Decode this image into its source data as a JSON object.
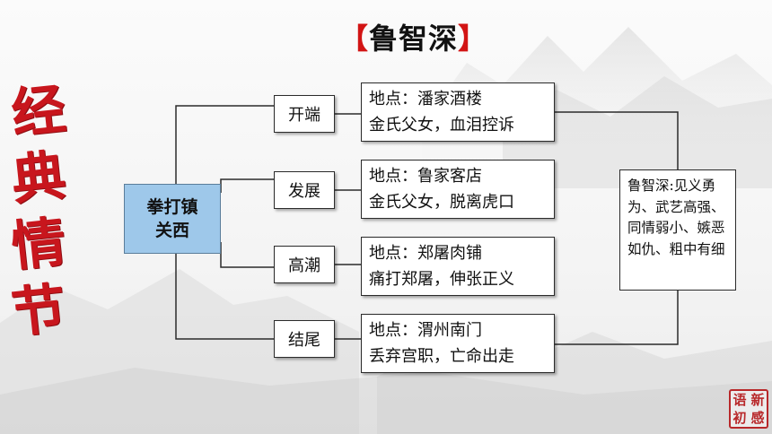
{
  "title": {
    "left": "【",
    "text": "鲁智深",
    "right": "】"
  },
  "vertical_title": [
    "经",
    "典",
    "情",
    "节"
  ],
  "root": {
    "line1": "拳打镇",
    "line2": "关西"
  },
  "stages": [
    {
      "label": "开端",
      "detail_line1": "地点：潘家酒楼",
      "detail_line2": "金氏父女，血泪控诉"
    },
    {
      "label": "发展",
      "detail_line1": "地点：鲁家客店",
      "detail_line2": "金氏父女，脱离虎口"
    },
    {
      "label": "高潮",
      "detail_line1": "地点：郑屠肉铺",
      "detail_line2": "痛打郑屠，伸张正义"
    },
    {
      "label": "结尾",
      "detail_line1": "地点：渭州南门",
      "detail_line2": "丢弃宫职，亡命出走"
    }
  ],
  "summary": "鲁智深:见义勇为、武艺高强、同情弱小、嫉恶如仇、粗中有细",
  "seal": [
    "语",
    "新",
    "初",
    "感"
  ],
  "colors": {
    "accent_red": "#c8161d",
    "root_fill": "#9ec8ea"
  }
}
